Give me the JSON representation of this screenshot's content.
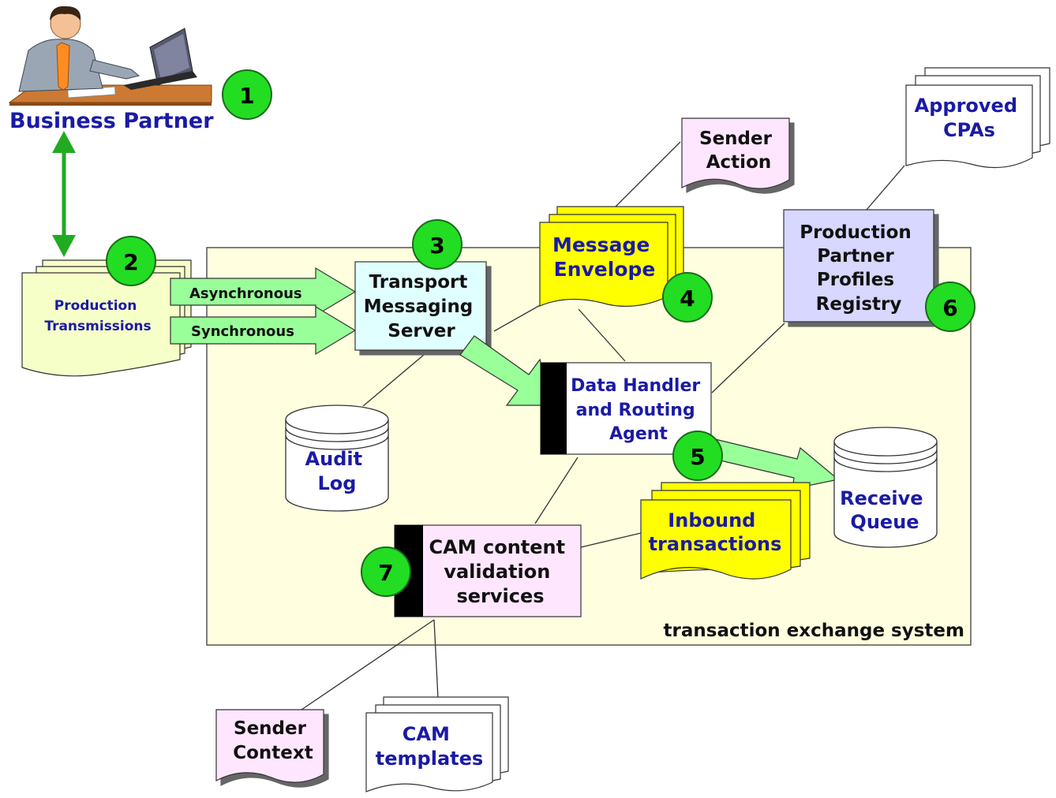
{
  "business_partner": {
    "label": "Business Partner"
  },
  "production_transmissions": {
    "line1": "Production",
    "line2": "Transmissions"
  },
  "connections": {
    "asynchronous": "Asynchronous",
    "synchronous": "Synchronous"
  },
  "transport_server": {
    "line1": "Transport",
    "line2": "Messaging",
    "line3": "Server"
  },
  "message_envelope": {
    "line1": "Message",
    "line2": "Envelope"
  },
  "sender_action": {
    "line1": "Sender",
    "line2": "Action"
  },
  "partner_registry": {
    "line1": "Production",
    "line2": "Partner",
    "line3": "Profiles",
    "line4": "Registry"
  },
  "approved_cpas": {
    "line1": "Approved",
    "line2": "CPAs"
  },
  "data_handler": {
    "line1": "Data Handler",
    "line2": "and Routing",
    "line3": "Agent"
  },
  "audit_log": {
    "line1": "Audit",
    "line2": "Log"
  },
  "receive_queue": {
    "line1": "Receive",
    "line2": "Queue"
  },
  "inbound_transactions": {
    "line1": "Inbound",
    "line2": "transactions"
  },
  "cam_validation": {
    "line1": "CAM content",
    "line2": "validation",
    "line3": "services"
  },
  "sender_context": {
    "line1": "Sender",
    "line2": "Context"
  },
  "cam_templates": {
    "line1": "CAM",
    "line2": "templates"
  },
  "system_boundary": {
    "label": "transaction exchange system"
  },
  "step_markers": [
    "1",
    "2",
    "3",
    "4",
    "5",
    "6",
    "7"
  ],
  "colors": {
    "system_fill": "#FFFFE0",
    "label_blue": "#1a1aa6",
    "marker_green": "#22dd22",
    "arrow_green": "#99FF99",
    "doc_yellow": "#FFFF00",
    "doc_pink": "#FFE6FF",
    "doc_pale_yellow": "#F7FFC8",
    "registry_lavender": "#D7D7FF",
    "transport_cyan": "#E0FFFF"
  }
}
